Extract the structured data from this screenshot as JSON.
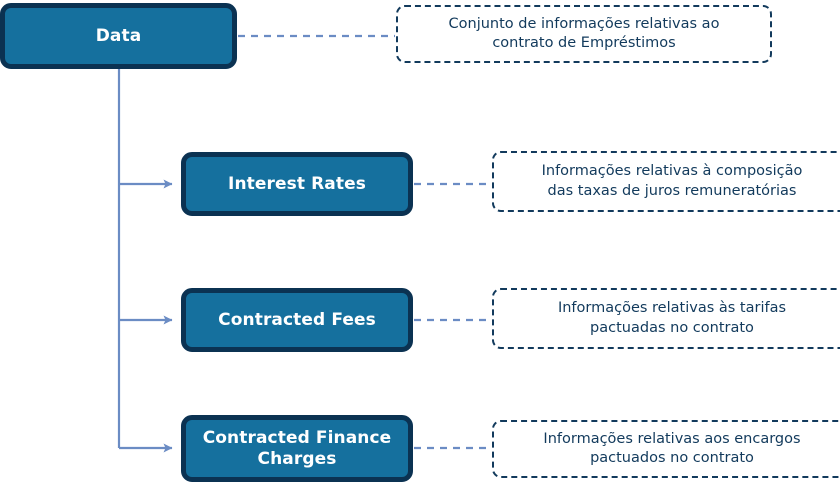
{
  "diagram": {
    "type": "hierarchy-tree-with-notes",
    "colors": {
      "node_fill": "#15709E",
      "node_border": "#0B3252",
      "node_text": "#FFFFFF",
      "note_border": "#123A5C",
      "note_text": "#123A5C",
      "connector": "#6B8CC4",
      "background": "#FFFFFF"
    },
    "root": {
      "label": "Data",
      "note": "Conjunto de informações relativas ao\ncontrato de Empréstimos"
    },
    "children": [
      {
        "label": "Interest Rates",
        "note": "Informações relativas à composição\ndas taxas de juros remuneratórias"
      },
      {
        "label": "Contracted Fees",
        "note": "Informações relativas às tarifas\npactuadas no contrato"
      },
      {
        "label": "Contracted Finance\nCharges",
        "note": "Informações relativas aos encargos\npactuados no contrato"
      }
    ]
  }
}
